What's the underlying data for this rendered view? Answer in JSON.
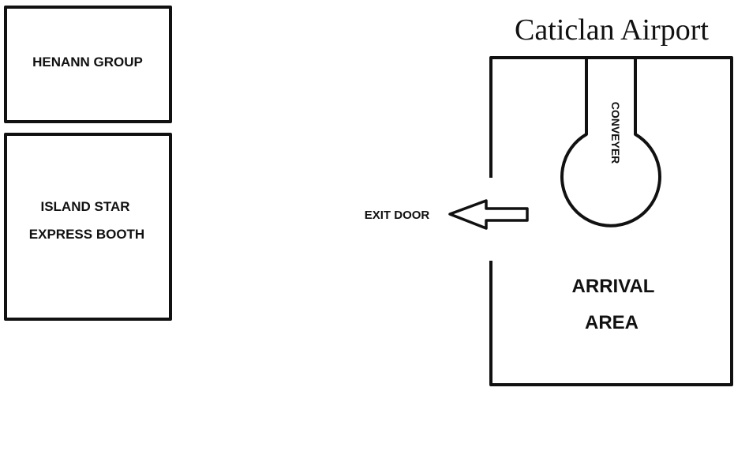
{
  "map_title": "Caticlan Airport",
  "booths": [
    {
      "label": "HENANN GROUP"
    },
    {
      "line1": "ISLAND STAR",
      "line2": "EXPRESS BOOTH"
    }
  ],
  "exit": {
    "label": "EXIT DOOR"
  },
  "conveyor": {
    "label": "CONVEYER"
  },
  "arrival_area": {
    "line1": "ARRIVAL",
    "line2": "AREA"
  },
  "colors": {
    "ink": "#111111",
    "background": "#ffffff"
  }
}
